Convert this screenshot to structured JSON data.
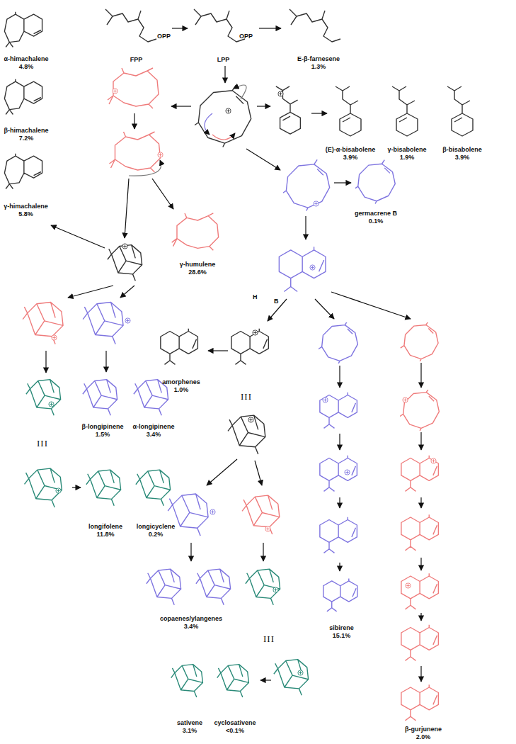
{
  "diagram": {
    "nodes": [
      {
        "text": [
          "FPP"
        ]
      },
      {
        "text": [
          "LPP"
        ]
      },
      {
        "text": [
          "E-β-farnesene",
          "1.3%"
        ]
      },
      {
        "text": [
          "α-himachalene",
          "4.8%"
        ]
      },
      {
        "text": [
          "β-himachalene",
          "7.2%"
        ]
      },
      {
        "text": [
          "(E)-α-bisabolene",
          "3.9%"
        ]
      },
      {
        "text": [
          "γ-bisabolene",
          "1.9%"
        ]
      },
      {
        "text": [
          "β-bisabolene",
          "3.9%"
        ]
      },
      {
        "text": [
          "γ-himachalene",
          "5.8%"
        ]
      },
      {
        "text": [
          "germacrene B",
          "0.1%"
        ]
      },
      {
        "text": [
          "γ-humulene",
          "28.6%"
        ]
      },
      {
        "text": [
          "amorphenes",
          "1.0%"
        ]
      },
      {
        "text": [
          "β-longipinene",
          "1.5%"
        ]
      },
      {
        "text": [
          "α-longipinene",
          "3.4%"
        ]
      },
      {
        "text": [
          "longifolene",
          "11.8%"
        ]
      },
      {
        "text": [
          "longicyclene",
          "0.2%"
        ]
      },
      {
        "text": [
          "copaenes/ylangenes",
          "3.4%"
        ]
      },
      {
        "text": [
          "sibirene",
          "15.1%"
        ]
      },
      {
        "text": [
          "sativene",
          "3.1%"
        ]
      },
      {
        "text": [
          "cyclosativene",
          "<0.1%"
        ]
      },
      {
        "text": [
          "β-gurjunene",
          "2.0%"
        ]
      }
    ],
    "edges": [
      {
        "from": 0,
        "to": 1,
        "arrow": "to"
      },
      {
        "from": 1,
        "to": 2,
        "arrow": "to"
      }
    ],
    "labels": [
      "OPP",
      "OPP",
      "H",
      "B",
      "III",
      "III",
      "III"
    ]
  }
}
